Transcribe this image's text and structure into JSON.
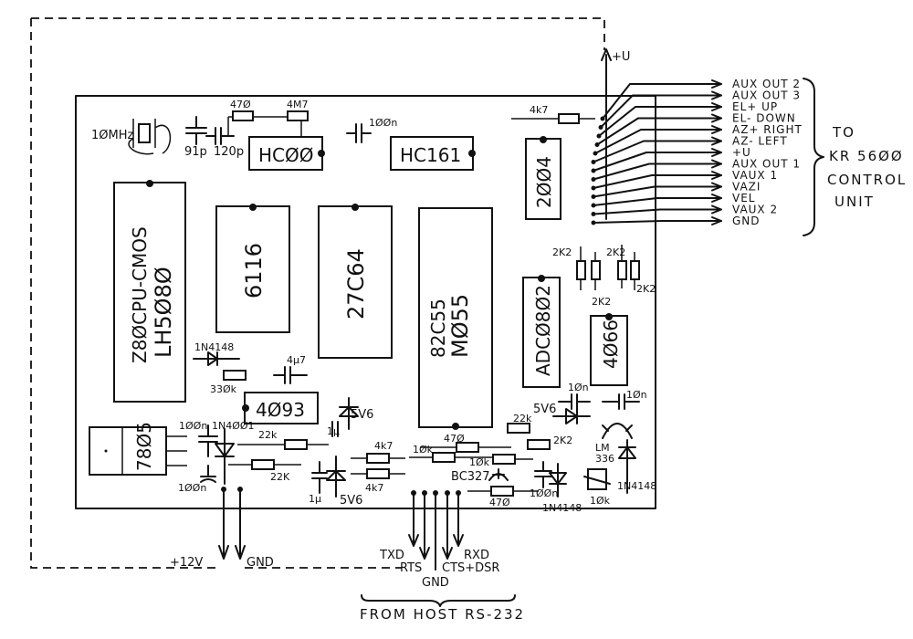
{
  "chips": {
    "hc00": "HCØØ",
    "hc161": "HC161",
    "c2004": "2ØØ4",
    "z80_line1": "Z8ØCPU-CMOS",
    "z80_line2": "LH5Ø8Ø",
    "c6116": "6116",
    "c27c64": "27C64",
    "c82c55_line1": "82C55",
    "c82c55_line2": "MØ55",
    "adc0802": "ADCØ8Ø2",
    "c4066": "4Ø66",
    "c4093": "4Ø93",
    "c7805": "78Ø5"
  },
  "components": {
    "xtal": "1ØMHz",
    "c_91p": "91p",
    "c_120p": "120p",
    "r_470_top": "47Ø",
    "r_4m7": "4M7",
    "c_100n_top": "1ØØn",
    "r_4k7_top": "4k7",
    "r_2k2_a": "2K2",
    "r_2k2_b": "2K2",
    "r_2k2_c": "2K2",
    "r_2k2_d": "2K2",
    "d_1n4148_left": "1N4148",
    "c_4u7": "4μ7",
    "r_330k": "33Øk",
    "c_100n_7805": "1ØØn",
    "d_1n4001": "1N4ØØ1",
    "r_22k_a": "22k",
    "r_22k_b": "22K",
    "c_100n_bl": "1ØØn",
    "z_5v6_a": "5V6",
    "c_1u_a": "1μ",
    "c_1u_b": "1μ",
    "z_5v6_b": "5V6",
    "r_4k7_a": "4k7",
    "r_4k7_b": "4k7",
    "r_470_mid": "47Ø",
    "r_10k_a": "1Øk",
    "r_10k_b": "1Øk",
    "t_bc327": "BC327",
    "r_470_bot": "47Ø",
    "c_100n_br": "1ØØn",
    "d_1n4148_b": "1N4148",
    "z_5v6_c": "5V6",
    "c_10n_a": "1Øn",
    "c_10n_b": "1Øn",
    "r_22k_c": "22k",
    "r_2k2_e": "2K2",
    "lm336_a": "LM",
    "lm336_b": "336",
    "d_1n4148_c": "1N4148",
    "pot_10k": "1Øk"
  },
  "power": {
    "plus_u": "+U",
    "plus_12v": "+12V",
    "gnd": "GND"
  },
  "outputs": [
    "AUX OUT 2",
    "AUX OUT 3",
    "EL+ UP",
    "EL- DOWN",
    "AZ+ RIGHT",
    "AZ- LEFT",
    "+U",
    "AUX OUT 1",
    "VAUX 1",
    "VAZI",
    "VEL",
    "VAUX 2",
    "GND"
  ],
  "control": {
    "to": "TO",
    "unit_name": "KR 56ØØ",
    "control": "CONTROL",
    "unit": "UNIT"
  },
  "rs232": {
    "txd": "TXD",
    "rts": "RTS",
    "gnd": "GND",
    "cts_dsr": "CTS+DSR",
    "rxd": "RXD",
    "from": "FROM HOST RS-232"
  }
}
